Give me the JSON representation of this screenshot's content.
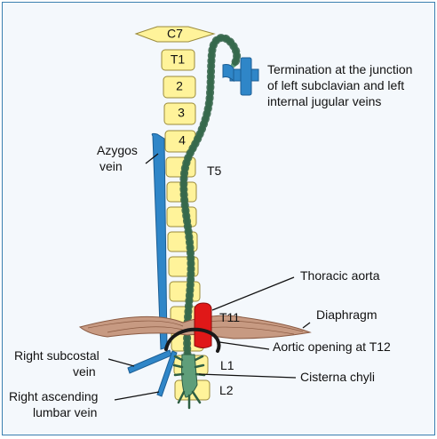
{
  "vertebrae": {
    "c7": "C7",
    "t1": "T1",
    "t2": "2",
    "t3": "3",
    "t4": "4",
    "t5": "T5",
    "t11": "T11",
    "l1": "L1",
    "l2": "L2"
  },
  "labels": {
    "termination": [
      "Termination at the junction",
      "of left subclavian and left",
      "internal jugular veins"
    ],
    "azygos": [
      "Azygos",
      "vein"
    ],
    "thoracic_aorta": "Thoracic aorta",
    "diaphragm": "Diaphragm",
    "aortic_opening": "Aortic opening at T12",
    "right_subcostal": [
      "Right subcostal",
      "vein"
    ],
    "cisterna_chyli": "Cisterna chyli",
    "right_ascending_lumbar": [
      "Right ascending",
      "lumbar vein"
    ]
  },
  "colors": {
    "vertebra_fill": "#fff39a",
    "vertebra_stroke": "#9a8a3a",
    "duct_fill": "#5f9e7a",
    "vein_fill": "#2f86c8",
    "aorta_fill": "#e01818",
    "diaphragm_fill": "#c79a82",
    "background": "#f4f8fc",
    "border": "#3a7fb0"
  }
}
